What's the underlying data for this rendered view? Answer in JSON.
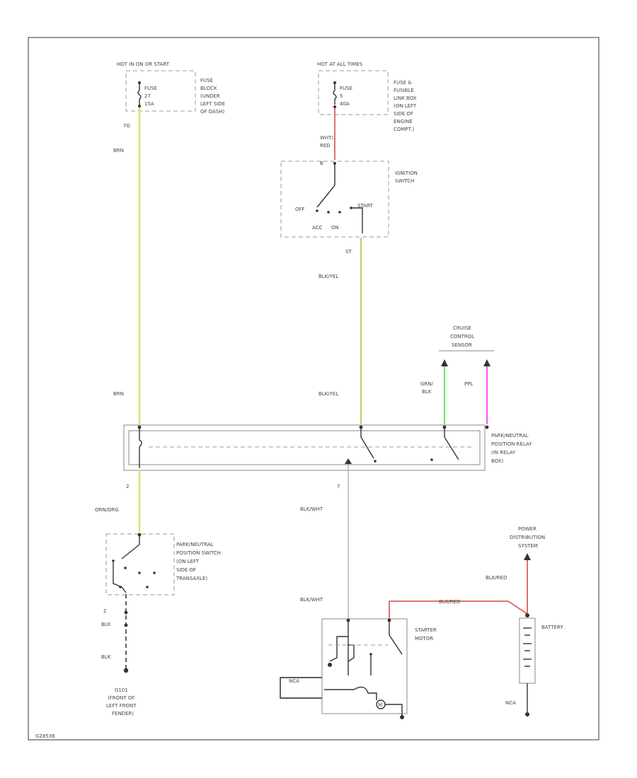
{
  "diagram_id": "G28536",
  "fuse_block": {
    "hot": "HOT IN ON OR START",
    "fuse_label": "FUSE",
    "fuse_num": "27",
    "amps": "15A",
    "desc": [
      "FUSE",
      "BLOCK",
      "(UNDER",
      "LEFT SIDE",
      "OF DASH)"
    ],
    "pin": "7G"
  },
  "fusible_link": {
    "hot": "HOT AT ALL TIMES",
    "fuse_label": "FUSE",
    "fuse_num": "5",
    "amps": "40A",
    "desc": [
      "FUSE &",
      "FUSIBLE",
      "LINK BOX",
      "(ON LEFT",
      "SIDE OF",
      "ENGINE",
      "COMPT.)"
    ]
  },
  "ignition_switch": {
    "wire_in": [
      "WHT/",
      "RED"
    ],
    "pin_in": "B",
    "desc": [
      "IGNITION",
      "SWITCH"
    ],
    "positions": [
      "OFF",
      "ACC",
      "ON",
      "START"
    ],
    "pin_out": "ST",
    "wire_out": "BLK/YEL"
  },
  "cruise_control": {
    "desc": [
      "CRUISE",
      "CONTROL",
      "SENSOR"
    ],
    "wire_left": [
      "GRN/",
      "BLK"
    ],
    "wire_right": "PPL"
  },
  "relay": {
    "desc": [
      "PARK/NEUTRAL",
      "POSITION RELAY",
      "(IN RELAY",
      "BOX)"
    ],
    "wire_left": "BRN",
    "wire_mid": "BLK/YEL",
    "pin_left": "2",
    "pin_bottom": "7"
  },
  "pn_switch": {
    "wire_in": "ORN/ORG",
    "desc": [
      "PARK/NEUTRAL",
      "POSITION SWITCH",
      "(ON LEFT",
      "SIDE OF",
      "TRANSAXLE)"
    ],
    "pin_out": "2",
    "wire_out_1": "BLK",
    "wire_out_2": "BLK"
  },
  "ground_g101": {
    "label": [
      "G101",
      "(FRONT OF",
      "LEFT FRONT",
      "FENDER)"
    ]
  },
  "starter": {
    "wire_in_1": "BLK/WHT",
    "wire_in_2": "BLK/WHT",
    "desc": [
      "STARTER",
      "MOTOR"
    ],
    "tag_left": "NCA",
    "tag_m": "M"
  },
  "power_dist": {
    "desc": [
      "POWER",
      "DISTRIBUTION",
      "SYSTEM"
    ],
    "wire": "BLK/RED",
    "wire_starter": "BLK/RED"
  },
  "battery": {
    "desc": "BATTERY",
    "tag": "NCA"
  },
  "wire_brn_top": "BRN"
}
